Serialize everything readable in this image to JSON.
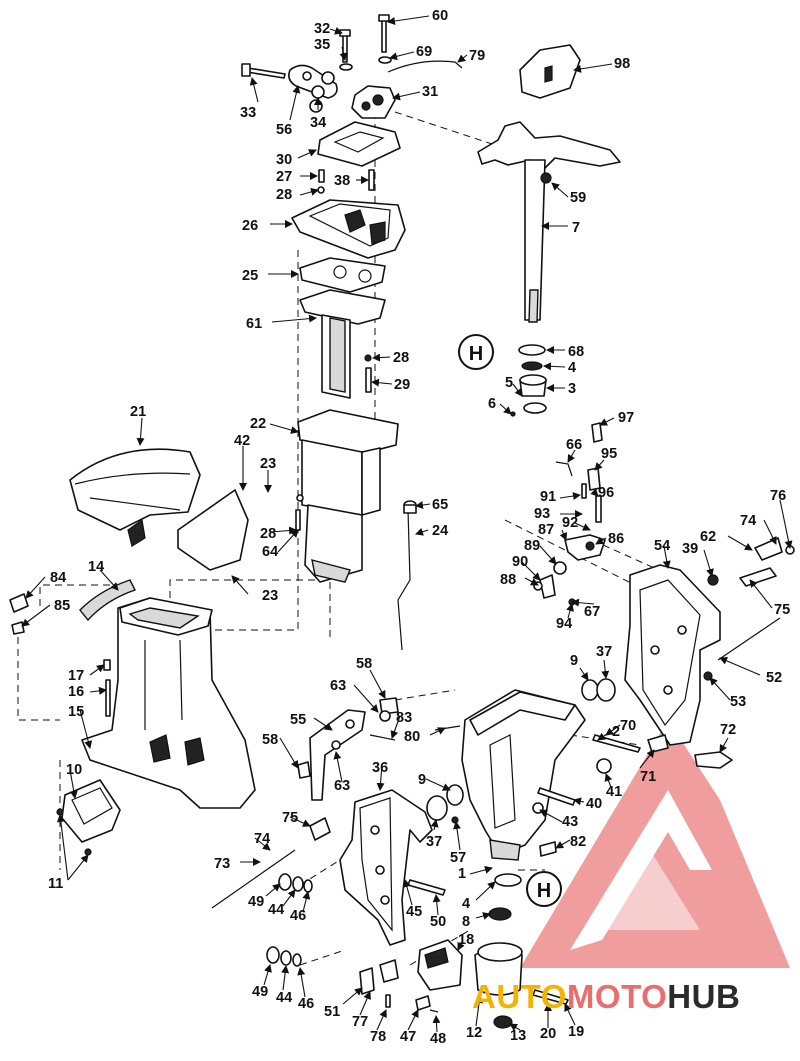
{
  "labels": [
    {
      "t": "32"
    },
    {
      "t": "60"
    },
    {
      "t": "35"
    },
    {
      "t": "69"
    },
    {
      "t": "79"
    },
    {
      "t": "98"
    },
    {
      "t": "33"
    },
    {
      "t": "56"
    },
    {
      "t": "34"
    },
    {
      "t": "31"
    },
    {
      "t": "30"
    },
    {
      "t": "27"
    },
    {
      "t": "28"
    },
    {
      "t": "38"
    },
    {
      "t": "59"
    },
    {
      "t": "26"
    },
    {
      "t": "7"
    },
    {
      "t": "25"
    },
    {
      "t": "61"
    },
    {
      "t": "68"
    },
    {
      "t": "28"
    },
    {
      "t": "4"
    },
    {
      "t": "29"
    },
    {
      "t": "5"
    },
    {
      "t": "3"
    },
    {
      "t": "6"
    },
    {
      "t": "97"
    },
    {
      "t": "21"
    },
    {
      "t": "22"
    },
    {
      "t": "66"
    },
    {
      "t": "42"
    },
    {
      "t": "95"
    },
    {
      "t": "23"
    },
    {
      "t": "65"
    },
    {
      "t": "91"
    },
    {
      "t": "96"
    },
    {
      "t": "76"
    },
    {
      "t": "93"
    },
    {
      "t": "92"
    },
    {
      "t": "74"
    },
    {
      "t": "28"
    },
    {
      "t": "24"
    },
    {
      "t": "87"
    },
    {
      "t": "86"
    },
    {
      "t": "54"
    },
    {
      "t": "39"
    },
    {
      "t": "62"
    },
    {
      "t": "64"
    },
    {
      "t": "89"
    },
    {
      "t": "90"
    },
    {
      "t": "84"
    },
    {
      "t": "14"
    },
    {
      "t": "88"
    },
    {
      "t": "23"
    },
    {
      "t": "67"
    },
    {
      "t": "75"
    },
    {
      "t": "85"
    },
    {
      "t": "94"
    },
    {
      "t": "9"
    },
    {
      "t": "37"
    },
    {
      "t": "58"
    },
    {
      "t": "52"
    },
    {
      "t": "17"
    },
    {
      "t": "63"
    },
    {
      "t": "53"
    },
    {
      "t": "16"
    },
    {
      "t": "83"
    },
    {
      "t": "2"
    },
    {
      "t": "15"
    },
    {
      "t": "55"
    },
    {
      "t": "70"
    },
    {
      "t": "80"
    },
    {
      "t": "72"
    },
    {
      "t": "58"
    },
    {
      "t": "63"
    },
    {
      "t": "36"
    },
    {
      "t": "71"
    },
    {
      "t": "10"
    },
    {
      "t": "9"
    },
    {
      "t": "41"
    },
    {
      "t": "40"
    },
    {
      "t": "75"
    },
    {
      "t": "43"
    },
    {
      "t": "74"
    },
    {
      "t": "37"
    },
    {
      "t": "82"
    },
    {
      "t": "57"
    },
    {
      "t": "73"
    },
    {
      "t": "1"
    },
    {
      "t": "11"
    },
    {
      "t": "49"
    },
    {
      "t": "44"
    },
    {
      "t": "46"
    },
    {
      "t": "45"
    },
    {
      "t": "50"
    },
    {
      "t": "4"
    },
    {
      "t": "8"
    },
    {
      "t": "18"
    },
    {
      "t": "49"
    },
    {
      "t": "44"
    },
    {
      "t": "46"
    },
    {
      "t": "51"
    },
    {
      "t": "77"
    },
    {
      "t": "78"
    },
    {
      "t": "47"
    },
    {
      "t": "48"
    },
    {
      "t": "12"
    },
    {
      "t": "13"
    },
    {
      "t": "20"
    },
    {
      "t": "19"
    }
  ],
  "callout_symbol": "H",
  "watermark": {
    "part1": "AUTO",
    "part2": "MOTO",
    "part3": "HUB",
    "color1": "#f2b400",
    "color2": "#e96f6f",
    "color3": "#2b2b2b",
    "triangle_color": "#e96f6f"
  }
}
